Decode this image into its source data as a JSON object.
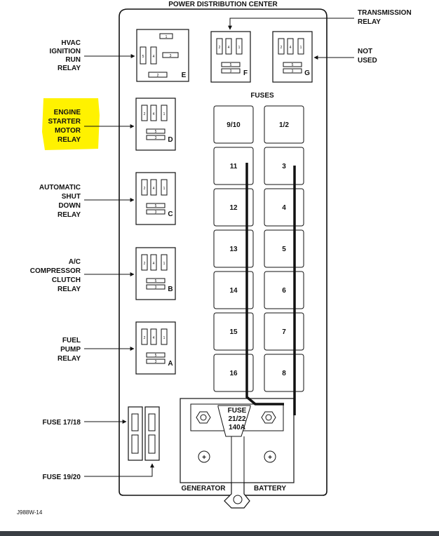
{
  "title": "POWER DISTRIBUTION CENTER",
  "fuses_heading": "FUSES",
  "labels": {
    "hvac": [
      "HVAC",
      "IGNITION",
      "RUN",
      "RELAY"
    ],
    "engine_starter": [
      "ENGINE",
      "STARTER",
      "MOTOR",
      "RELAY"
    ],
    "asd": [
      "AUTOMATIC",
      "SHUT",
      "DOWN",
      "RELAY"
    ],
    "ac": [
      "A/C",
      "COMPRESSOR",
      "CLUTCH",
      "RELAY"
    ],
    "fuel": [
      "FUEL",
      "PUMP",
      "RELAY"
    ],
    "transmission": [
      "TRANSMISSION",
      "RELAY"
    ],
    "not_used": [
      "NOT",
      "USED"
    ],
    "fuse_17_18": "FUSE 17/18",
    "fuse_19_20": "FUSE 19/20"
  },
  "relay_letters": {
    "E": "E",
    "F": "F",
    "G": "G",
    "D": "D",
    "C": "C",
    "B": "B",
    "A": "A"
  },
  "pin_numbers": {
    "p1": "1",
    "p2": "2",
    "p3": "3",
    "p4": "4",
    "p5": "5"
  },
  "fuses": {
    "f9_10": "9/10",
    "f1_2": "1/2",
    "f11": "11",
    "f3": "3",
    "f12": "12",
    "f4": "4",
    "f13": "13",
    "f5": "5",
    "f14": "14",
    "f6": "6",
    "f15": "15",
    "f7": "7",
    "f16": "16",
    "f8": "8"
  },
  "main_fuse": [
    "FUSE",
    "21/22",
    "140A"
  ],
  "generator": "GENERATOR",
  "battery": "BATTERY",
  "plus_sign": "+",
  "figure_id": "J988W-14",
  "colors": {
    "highlight": "#fff200",
    "line": "#111111"
  }
}
